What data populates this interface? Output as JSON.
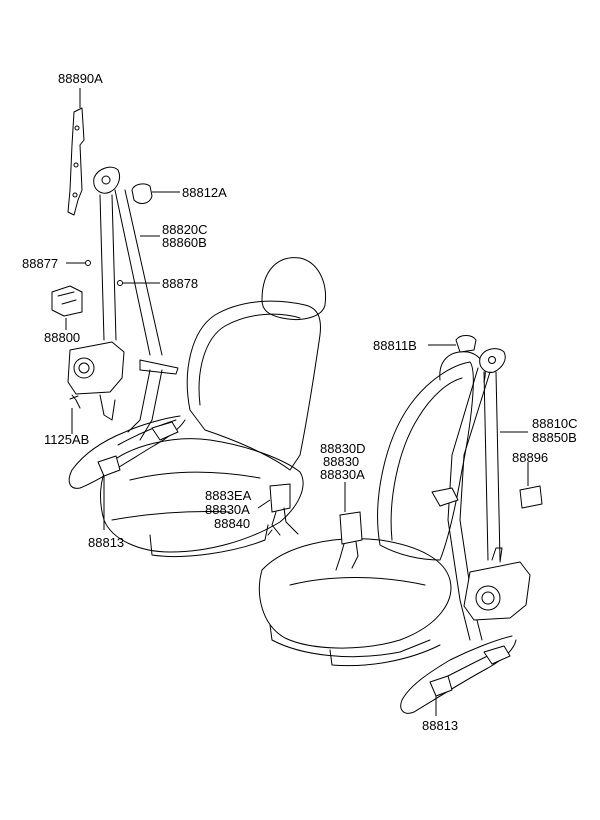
{
  "labels": {
    "p88890A": "88890A",
    "p88812A": "88812A",
    "p88820C": "88820C",
    "p88860B": "88860B",
    "p88877": "88877",
    "p88878": "88878",
    "p88800": "88800",
    "p1125AB": "1125AB",
    "p88813_left": "88813",
    "p88811B": "88811B",
    "p88810C": "88810C",
    "p88850B": "88850B",
    "p88896": "88896",
    "p88830D": "88830D",
    "p88830": "88830",
    "p88830A_top": "88830A",
    "p8883EA": "8883EA",
    "p88830A_mid": "88830A",
    "p88840": "88840",
    "p88813_right": "88813"
  }
}
